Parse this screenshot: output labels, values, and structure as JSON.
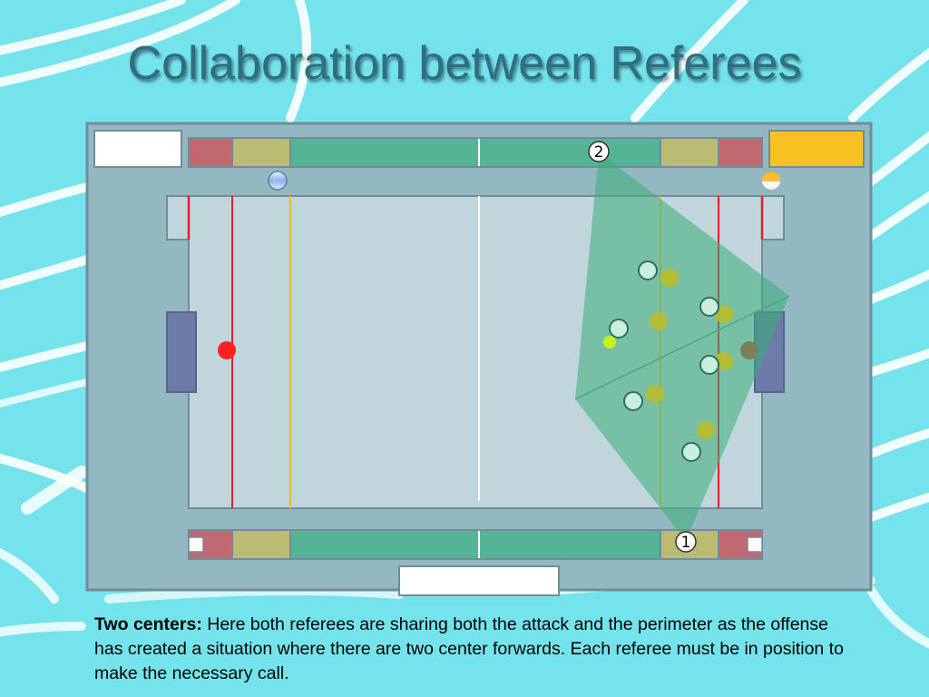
{
  "slide": {
    "title": "Collaboration between Referees",
    "caption_lead": "Two centers:",
    "caption_text": " Here both referees are sharing both the attack and the perimeter as the offense has created a situation where there are two center forwards. Each referee must be in position to make the necessary call."
  },
  "diagram": {
    "referee_top_label": "2",
    "referee_bottom_label": "1",
    "colors": {
      "slide_background": "#74e3eb",
      "deck": "#93b8c2",
      "pool_water": "#c1d6dc",
      "zone_red": "#c0696f",
      "zone_yellow": "#bcbb74",
      "zone_green": "#56b496",
      "line_red": "#e0202a",
      "line_yellow": "#e8b830",
      "goal": "#6c7ba7",
      "coverage_area": "#3aae7a",
      "team_light_caps": "#c9f0de",
      "team_yellow_caps": "#b8bd2a",
      "ball": "#c8f020",
      "goalie_left": "#ff2020",
      "goalie_right": "#c84a2a",
      "yellow_marker_box": "#f8c020"
    }
  }
}
